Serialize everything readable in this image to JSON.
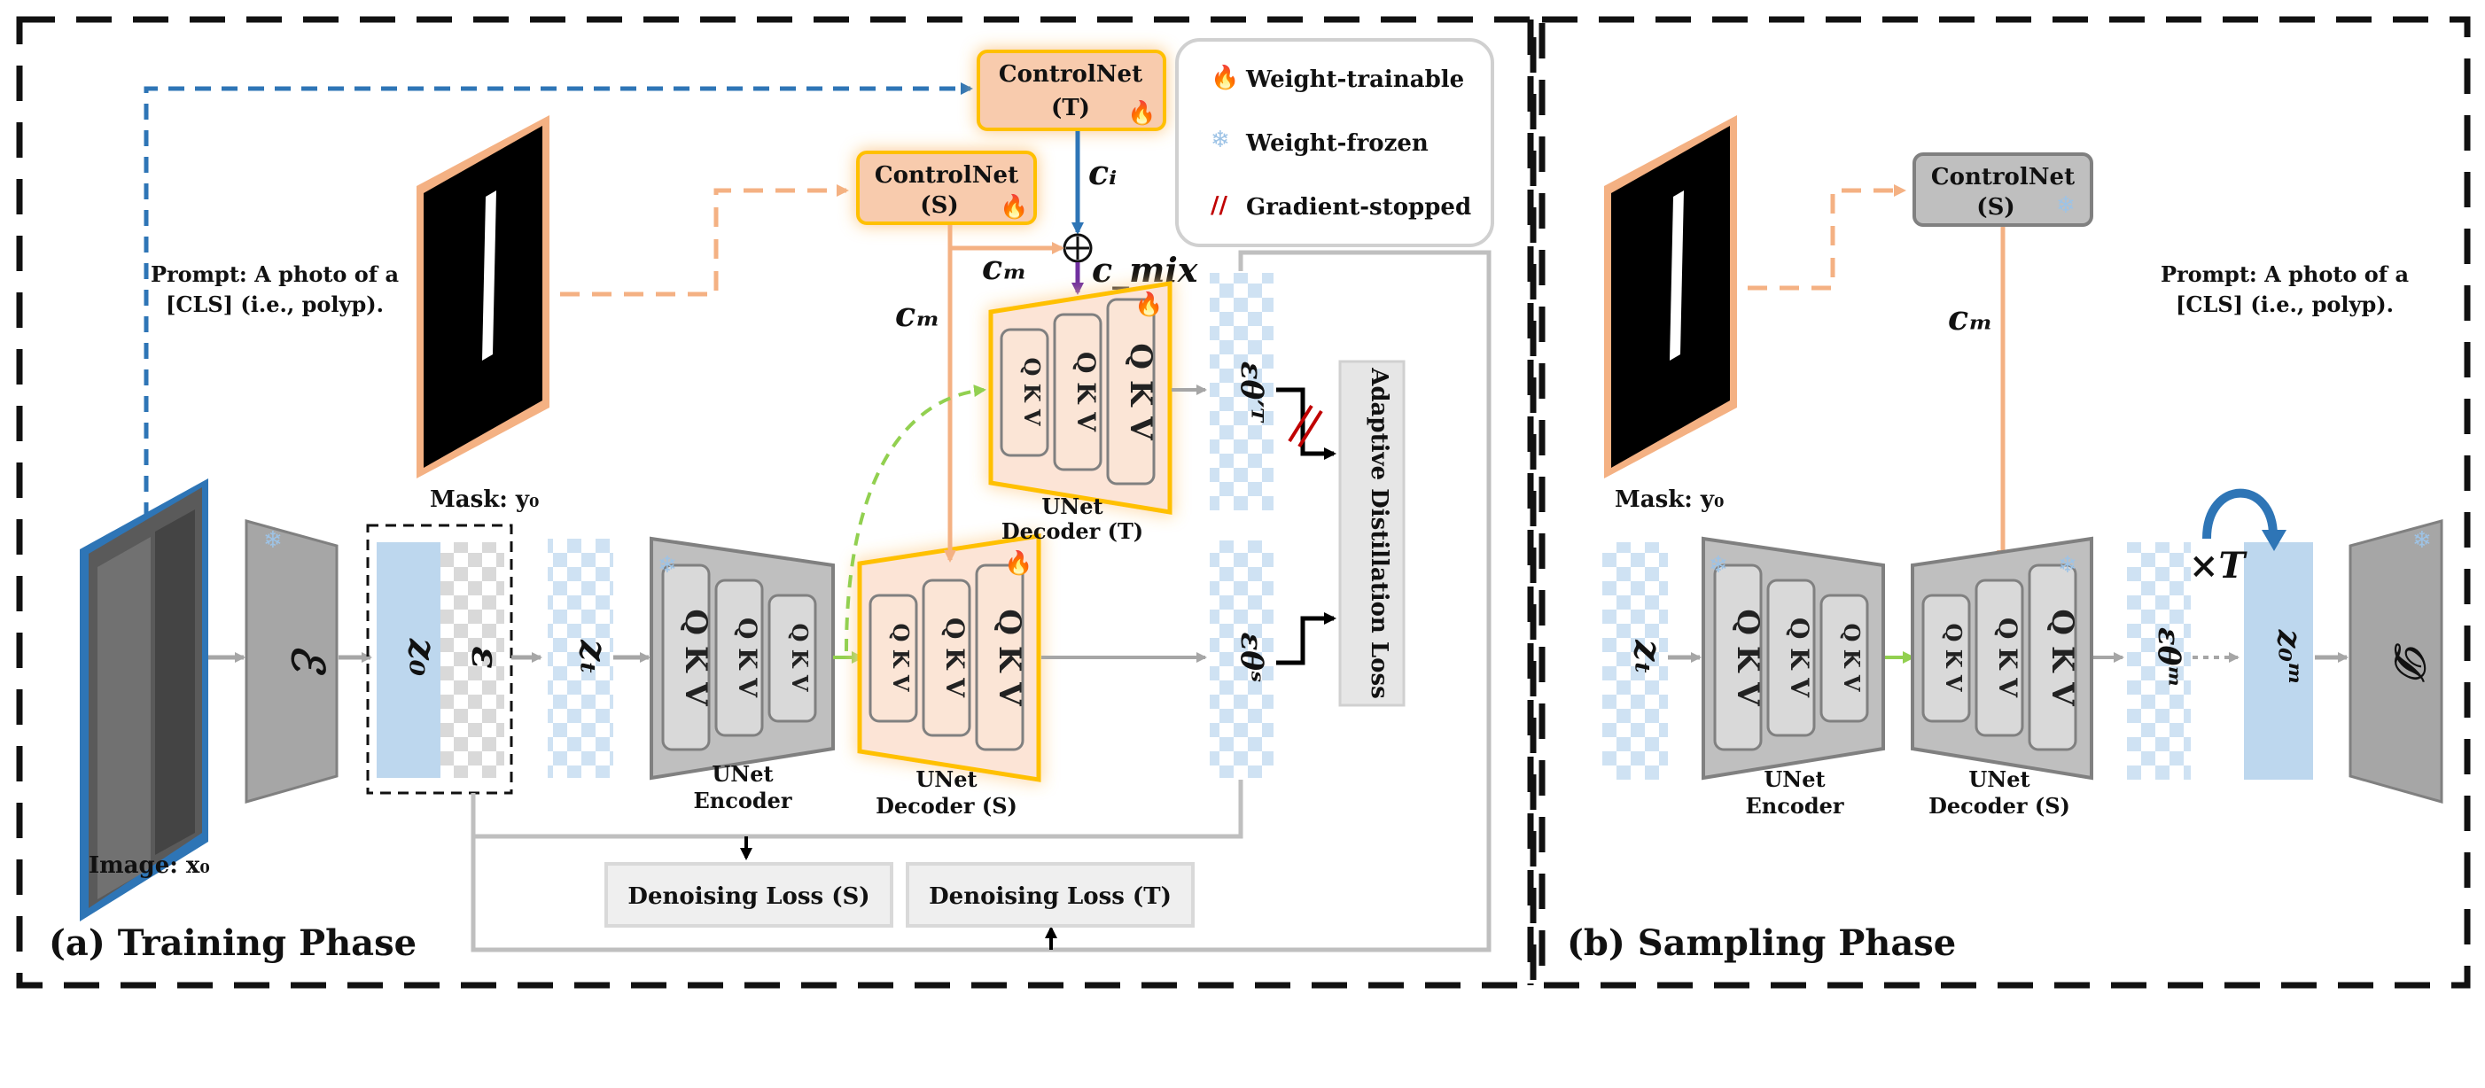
{
  "training": {
    "phase_title": "(a) Training Phase",
    "image_label": "Image: x₀",
    "mask_label": "Mask: y₀",
    "prompt_line1": "Prompt: A photo of a",
    "prompt_line2": "[CLS] (i.e., polyp).",
    "encoder_symbol": "ℰ",
    "z0": "z₀",
    "eps": "ε",
    "zt": "zₜ",
    "controlnet_t_line1": "ControlNet",
    "controlnet_t_line2": "(T)",
    "controlnet_s_line1": "ControlNet",
    "controlnet_s_line2": "(S)",
    "ci": "cᵢ",
    "cm_top": "cₘ",
    "cm_left": "cₘ",
    "cmix": "c_mix",
    "eps_t": "εθ′ᵀ",
    "eps_s": "εθˢ",
    "unet_encoder_line1": "UNet",
    "unet_encoder_line2": "Encoder",
    "unet_decoder_s_line1": "UNet",
    "unet_decoder_s_line2": "Decoder (S)",
    "unet_decoder_t_line1": "UNet",
    "unet_decoder_t_line2": "Decoder (T)",
    "adaptive_loss": "Adaptive Distillation Loss",
    "denoising_loss_s": "Denoising Loss (S)",
    "denoising_loss_t": "Denoising Loss (T)",
    "qkv_q": "Q",
    "qkv_k": "K",
    "qkv_v": "V"
  },
  "legend": {
    "trainable": "Weight-trainable",
    "frozen": "Weight-frozen",
    "stopped": "Gradient-stopped",
    "stopped_glyph": "//"
  },
  "sampling": {
    "phase_title": "(b) Sampling Phase",
    "mask_label": "Mask: y₀",
    "prompt_line1": "Prompt: A photo of a",
    "prompt_line2": "[CLS] (i.e., polyp).",
    "controlnet_line1": "ControlNet",
    "controlnet_line2": "(S)",
    "cm": "cₘ",
    "zT": "zₜ",
    "eps_m": "εθᵐ",
    "z0m": "z₀ᵐ",
    "timesT": "×T",
    "decoder_symbol": "𝒟",
    "unet_encoder_line1": "UNet",
    "unet_encoder_line2": "Encoder",
    "unet_decoder_line1": "UNet",
    "unet_decoder_line2": "Decoder (S)"
  },
  "colors": {
    "orange": "#f4b183",
    "orange_glow": "#ffb347",
    "blue_frame": "#2e75b6",
    "latent_blue": "#bdd7ee",
    "gray_block": "#a6a6a6",
    "arrow_gray": "#a6a6a6",
    "green_dash": "#92d050",
    "purple": "#7030a0",
    "red": "#c00000"
  }
}
